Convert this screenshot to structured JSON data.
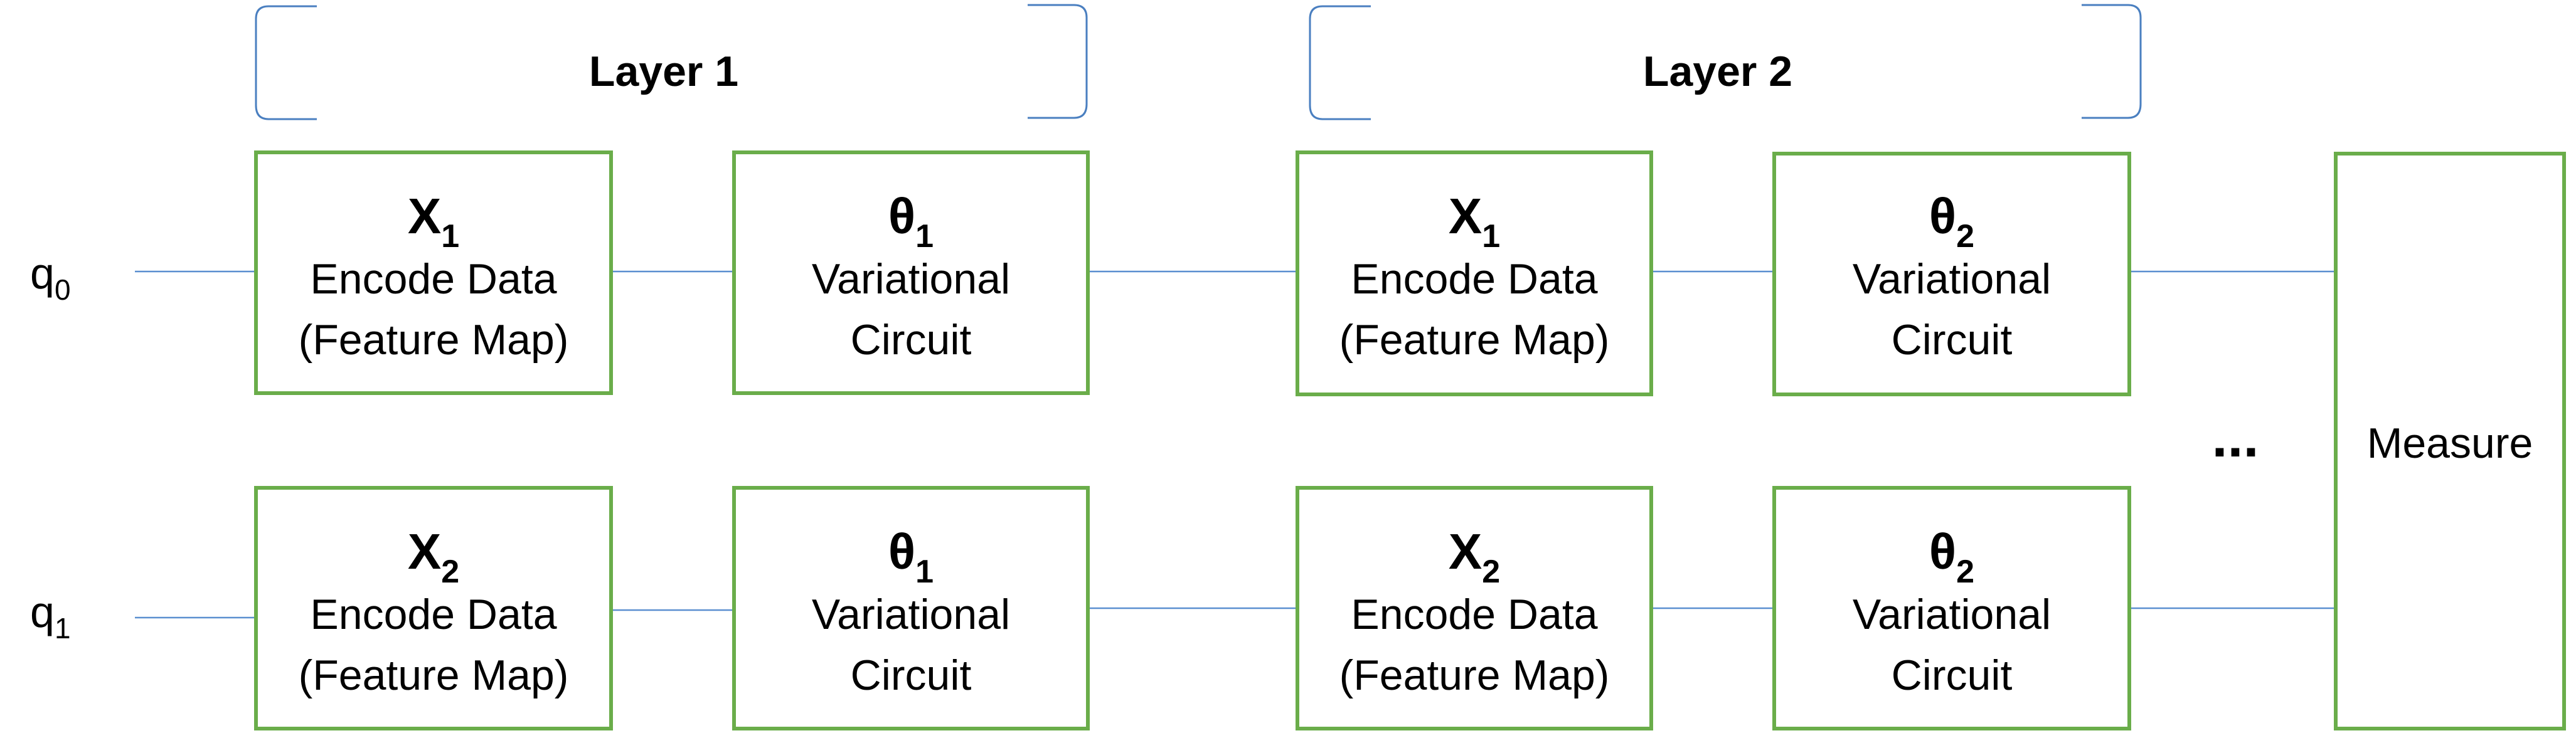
{
  "layers": [
    {
      "label": "Layer 1"
    },
    {
      "label": "Layer 2"
    }
  ],
  "qubits": [
    {
      "base": "q",
      "index": "0"
    },
    {
      "base": "q",
      "index": "1"
    }
  ],
  "gates": {
    "q0_layer1_encode": {
      "symbol": "X",
      "sub": "1",
      "line1": "Encode Data",
      "line2": "(Feature Map)"
    },
    "q0_layer1_variational": {
      "symbol": "θ",
      "sub": "1",
      "line1": "Variational",
      "line2": "Circuit"
    },
    "q0_layer2_encode": {
      "symbol": "X",
      "sub": "1",
      "line1": "Encode Data",
      "line2": "(Feature Map)"
    },
    "q0_layer2_variational": {
      "symbol": "θ",
      "sub": "2",
      "line1": "Variational",
      "line2": "Circuit"
    },
    "q1_layer1_encode": {
      "symbol": "X",
      "sub": "2",
      "line1": "Encode Data",
      "line2": "(Feature Map)"
    },
    "q1_layer1_variational": {
      "symbol": "θ",
      "sub": "1",
      "line1": "Variational",
      "line2": "Circuit"
    },
    "q1_layer2_encode": {
      "symbol": "X",
      "sub": "2",
      "line1": "Encode Data",
      "line2": "(Feature Map)"
    },
    "q1_layer2_variational": {
      "symbol": "θ",
      "sub": "2",
      "line1": "Variational",
      "line2": "Circuit"
    }
  },
  "measure": {
    "label": "Measure"
  },
  "continuation": {
    "label": "..."
  },
  "colors": {
    "box_border": "#6aad4a",
    "wire": "#5b8fd0",
    "bracket": "#4a7fc0"
  }
}
